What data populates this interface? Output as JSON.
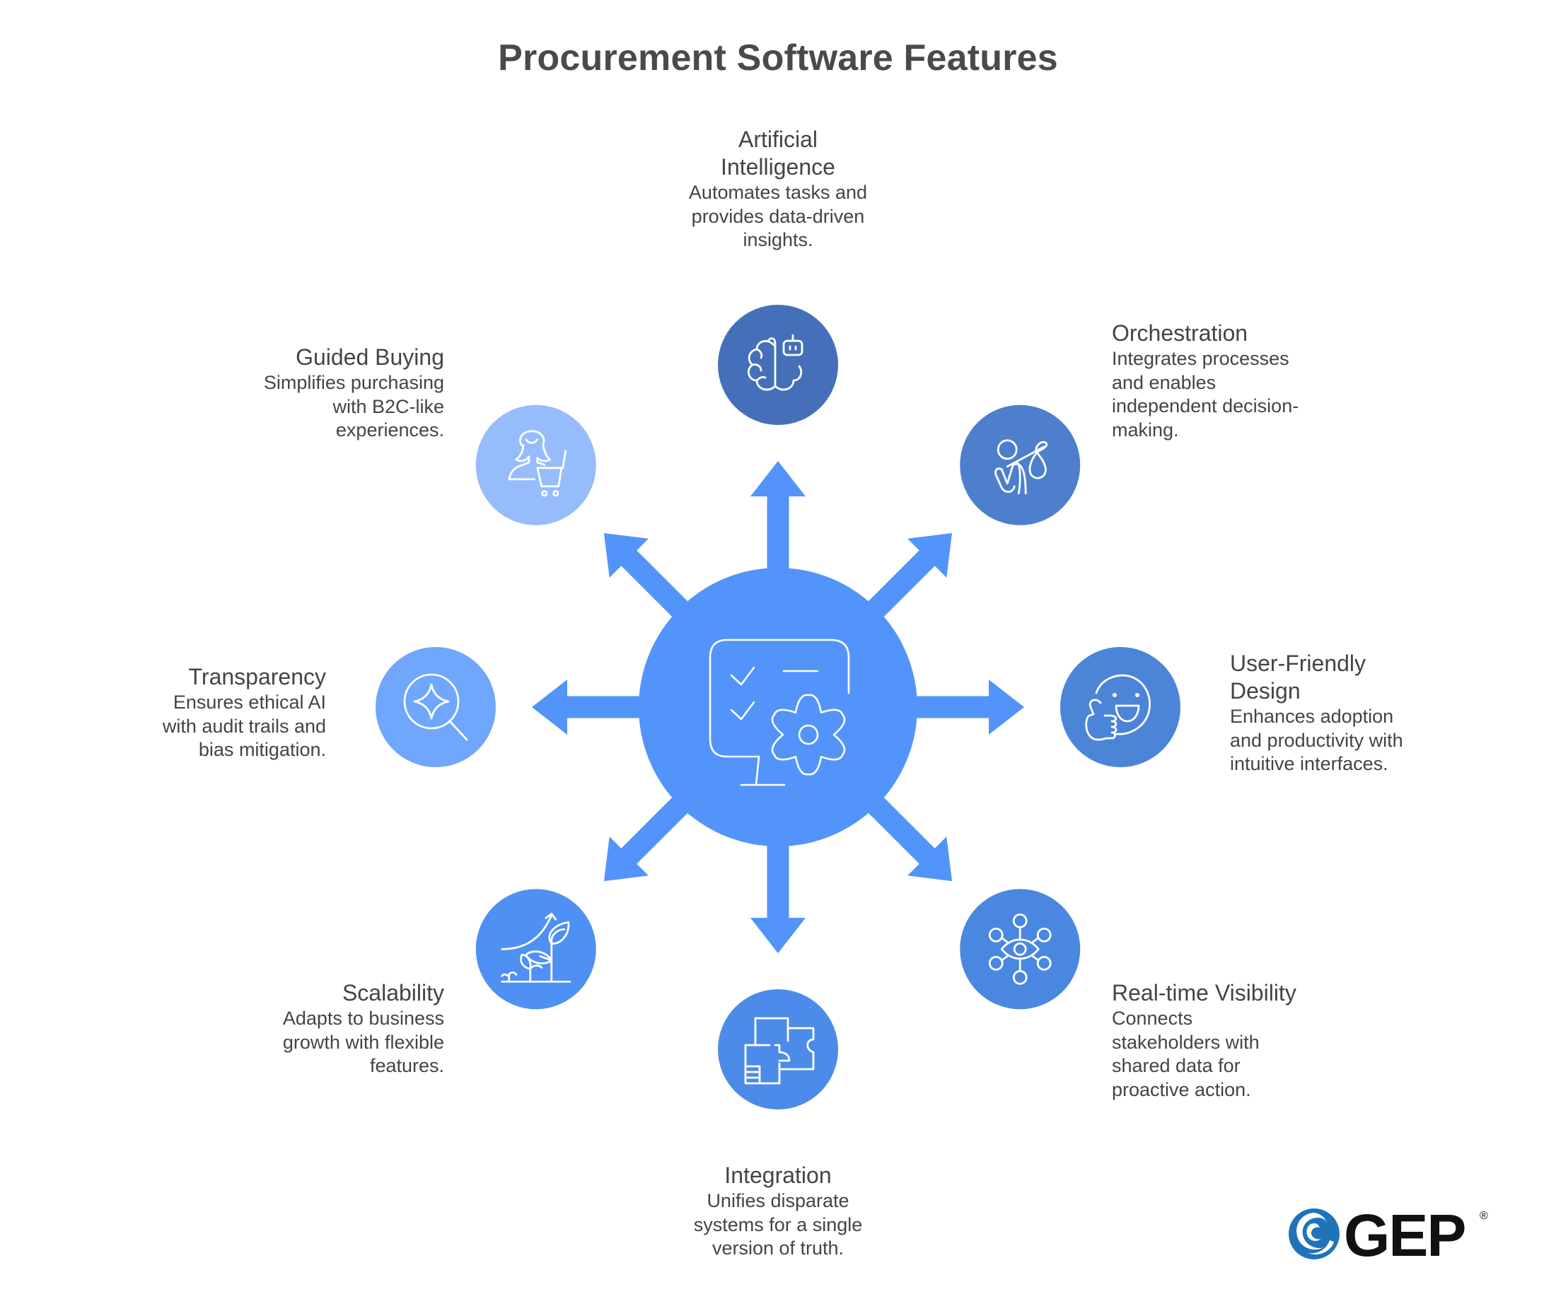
{
  "title": "Procurement Software Features",
  "colors": {
    "hub": "#5294fa",
    "arrow": "#5294fa",
    "text": "#444444",
    "title": "#4a4a4a",
    "logo_blue": "#1f74b9",
    "logo_text": "#111111"
  },
  "center": {
    "icon": "monitor-checklist-gear-icon"
  },
  "features": [
    {
      "id": "artificial-intelligence",
      "title_lines": [
        "Artificial",
        "Intelligence"
      ],
      "desc_lines": [
        "Automates tasks and",
        "provides data-driven",
        "insights."
      ],
      "icon": "brain-robot-icon",
      "color": "#4570b9"
    },
    {
      "id": "orchestration",
      "title_lines": [
        "Orchestration"
      ],
      "desc_lines": [
        "Integrates processes",
        "and enables",
        "independent decision-",
        "making."
      ],
      "icon": "person-bindle-icon",
      "color": "#4e7fcd"
    },
    {
      "id": "user-friendly-design",
      "title_lines": [
        "User-Friendly",
        "Design"
      ],
      "desc_lines": [
        "Enhances adoption",
        "and productivity with",
        "intuitive interfaces."
      ],
      "icon": "smiley-thumbs-up-icon",
      "color": "#4c84d8"
    },
    {
      "id": "real-time-visibility",
      "title_lines": [
        "Real-time Visibility"
      ],
      "desc_lines": [
        "Connects",
        "stakeholders with",
        "shared data for",
        "proactive action."
      ],
      "icon": "eye-network-icon",
      "color": "#4a87e0"
    },
    {
      "id": "integration",
      "title_lines": [
        "Integration"
      ],
      "desc_lines": [
        "Unifies disparate",
        "systems for a single",
        "version of truth."
      ],
      "icon": "puzzle-floorplan-icon",
      "color": "#4c8be9"
    },
    {
      "id": "scalability",
      "title_lines": [
        "Scalability"
      ],
      "desc_lines": [
        "Adapts to business",
        "growth with flexible",
        "features."
      ],
      "icon": "growth-plants-icon",
      "color": "#4e90f3"
    },
    {
      "id": "transparency",
      "title_lines": [
        "Transparency"
      ],
      "desc_lines": [
        "Ensures ethical AI",
        "with audit trails and",
        "bias mitigation."
      ],
      "icon": "magnifier-sparkle-icon",
      "color": "#70a6fb"
    },
    {
      "id": "guided-buying",
      "title_lines": [
        "Guided Buying"
      ],
      "desc_lines": [
        "Simplifies purchasing",
        "with B2C-like",
        "experiences."
      ],
      "icon": "shopper-cart-icon",
      "color": "#96bcfc"
    }
  ],
  "logo": {
    "text": "GEP",
    "mark": "®",
    "icon": "gep-swirl-logo-icon"
  }
}
